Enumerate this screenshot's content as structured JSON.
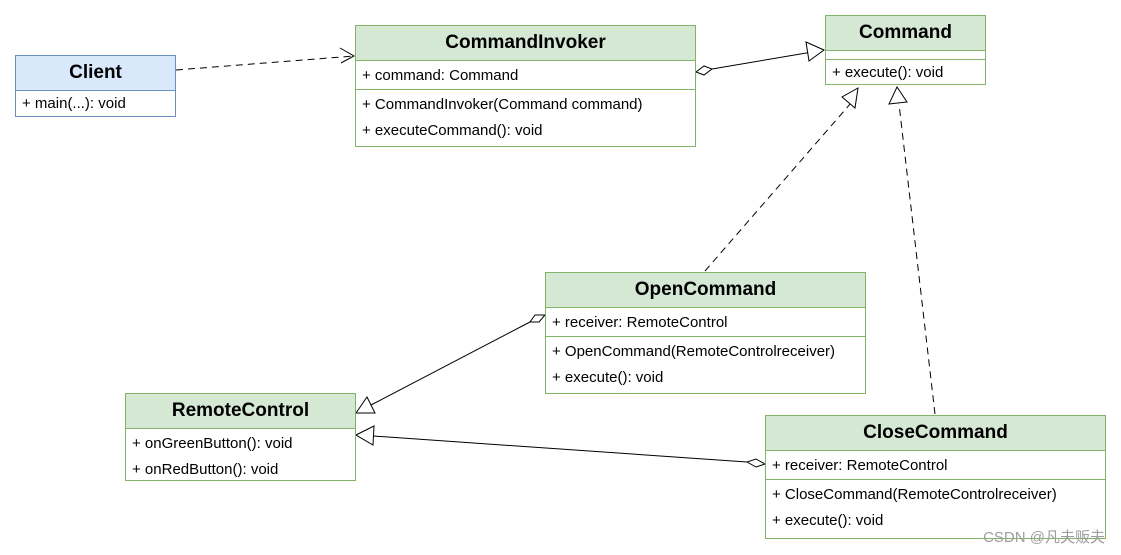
{
  "classes": {
    "client": {
      "name": "Client",
      "operations": [
        "+ main(...): void"
      ]
    },
    "invoker": {
      "name": "CommandInvoker",
      "attributes": [
        "+ command: Command"
      ],
      "operations": [
        "+ CommandInvoker(Command command)",
        "+ executeCommand(): void"
      ]
    },
    "command": {
      "name": "Command",
      "operations": [
        "+ execute(): void"
      ]
    },
    "open": {
      "name": "OpenCommand",
      "attributes": [
        "+ receiver: RemoteControl"
      ],
      "operations": [
        "+ OpenCommand(RemoteControlreceiver)",
        "+ execute(): void"
      ]
    },
    "remote": {
      "name": "RemoteControl",
      "operations": [
        "+ onGreenButton(): void",
        "+ onRedButton(): void"
      ]
    },
    "close": {
      "name": "CloseCommand",
      "attributes": [
        "+ receiver: RemoteControl"
      ],
      "operations": [
        "+ CloseCommand(RemoteControlreceiver)",
        "+ execute(): void"
      ]
    }
  },
  "watermark": "CSDN @凡夫贩夫"
}
